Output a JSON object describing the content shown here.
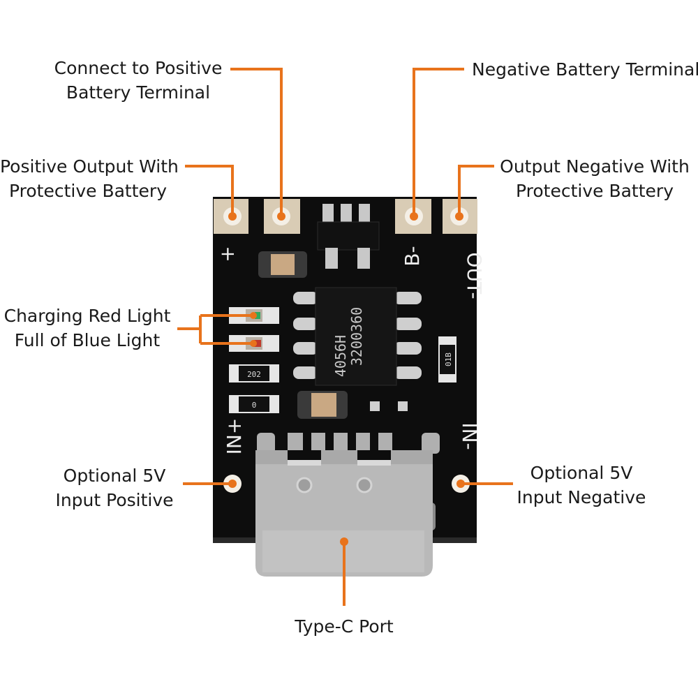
{
  "labels": {
    "connect_positive": [
      "Connect to Positive",
      "Battery Terminal"
    ],
    "negative_battery": [
      "Negative Battery Terminal"
    ],
    "positive_output": [
      "Positive Output With",
      "Protective Battery"
    ],
    "output_negative": [
      "Output Negative With",
      "Protective Battery"
    ],
    "charging_lights": [
      "Charging Red Light",
      "Full of Blue Light"
    ],
    "optional_positive": [
      "Optional 5V",
      "Input Positive"
    ],
    "optional_negative": [
      "Optional 5V",
      "Input Negative"
    ],
    "type_c": [
      "Type-C Port"
    ]
  },
  "board": {
    "pad_plus": "+",
    "pad_b_minus": "B-",
    "pad_out_minus": "OUT-",
    "pad_in_plus": "IN+",
    "pad_in_minus": "IN-",
    "chip_line1": "4056H",
    "chip_line2": "3200360",
    "resistor_1": "202",
    "resistor_2": "0",
    "resistor_3": "01B"
  },
  "colors": {
    "leader": "#e8731c",
    "board": "#0d0d0d",
    "usb": "#b9b9b9",
    "copper": "#d9ccb5"
  }
}
